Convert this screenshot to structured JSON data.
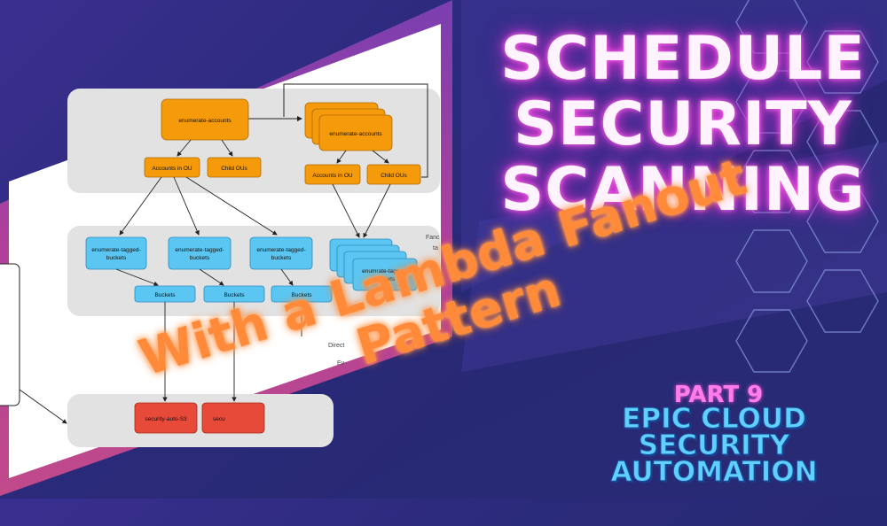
{
  "title": {
    "lines": [
      "SCHEDULE",
      "SECURITY",
      "SCANNING"
    ]
  },
  "subtitle": {
    "lines": [
      "With a Lambda Fanout",
      "Pattern"
    ]
  },
  "series": {
    "part": "PART 9",
    "lines": [
      "EPIC CLOUD",
      "SECURITY",
      "AUTOMATION"
    ]
  },
  "diagram": {
    "enumerate_accounts_left": "enumerate-accounts",
    "enumerate_accounts_right": "enumerate-accounts",
    "accounts_in_ou_left": "Accounts in OU",
    "child_ous_left": "Child OUs",
    "accounts_in_ou_right": "Accounts in OU",
    "child_ous_right": "Child OUs",
    "tagged_buckets_1": [
      "enumerate-tagged-",
      "buckets"
    ],
    "tagged_buckets_2": [
      "enumerate-tagged-",
      "buckets"
    ],
    "tagged_buckets_3": [
      "enumerate-tagged-",
      "buckets"
    ],
    "tagged_buckets_4": [
      "enumrate-tagged-",
      "buckets"
    ],
    "buckets_1": "Buckets",
    "buckets_2": "Buckets",
    "buckets_3": "Buckets",
    "security_auto_s3": "security-auto-S3",
    "security_auto_partial": "secu",
    "note_fanout": [
      "Fanc",
      "ta"
    ],
    "note_direct": [
      "Direct",
      "Ev"
    ]
  },
  "colors": {
    "title_glow": "#e040d0",
    "subtitle": "#ff8a3a",
    "series": "#5fd0ff",
    "node_orange": "#f59a0a",
    "node_blue": "#5cc6f2",
    "node_red": "#e84a3a"
  }
}
